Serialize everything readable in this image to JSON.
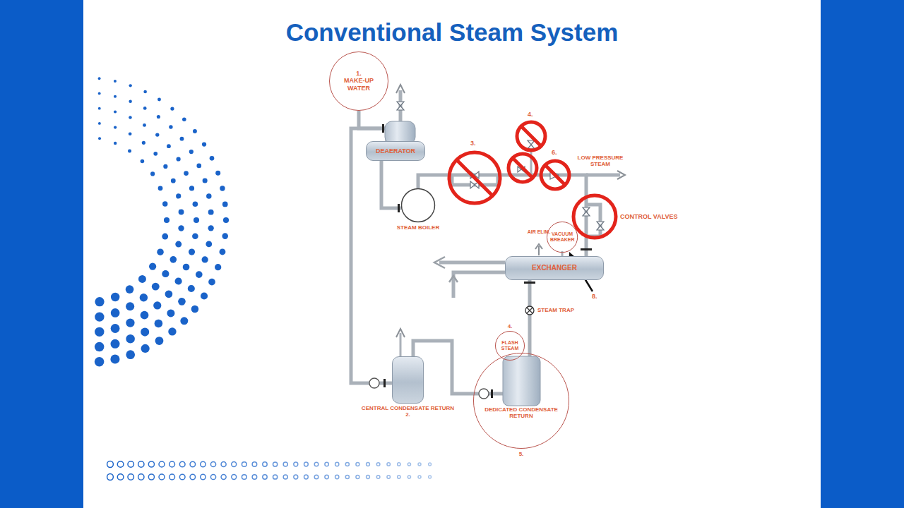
{
  "diagram": {
    "title": "Conventional Steam System",
    "nodes": [
      {
        "text": [
          "1.",
          "MAKE-UP WATER"
        ]
      },
      {
        "text": [
          "DEAERATOR"
        ]
      },
      {
        "text": [
          "STEAM BOILER"
        ]
      },
      {
        "text": [
          "VACUUM BREAKER"
        ]
      },
      {
        "text": [
          "EXCHANGER"
        ]
      },
      {
        "text": [
          "4.",
          "FLASH STEAM"
        ]
      },
      {
        "text": [
          "CENTRAL CONDENSATE RETURN",
          "2."
        ]
      },
      {
        "text": [
          "DEDICATED CONDENSATE RETURN",
          "5."
        ]
      }
    ],
    "edges": [
      {
        "from": 0,
        "to": 1,
        "arrow": "none"
      },
      {
        "from": 6,
        "to": 1,
        "arrow": "none"
      },
      {
        "from": 1,
        "to": 2,
        "arrow": "none"
      },
      {
        "from": 2,
        "to": 4,
        "arrow": "none"
      },
      {
        "from": 4,
        "to": 7,
        "arrow": "none"
      },
      {
        "from": 7,
        "to": 6,
        "arrow": "none"
      }
    ],
    "labels": [
      "3.",
      "4.",
      "6.",
      "LOW PRESSURE STEAM",
      "CONTROL VALVES",
      "AIR ELIM.",
      "8.",
      "STEAM TRAP"
    ]
  }
}
